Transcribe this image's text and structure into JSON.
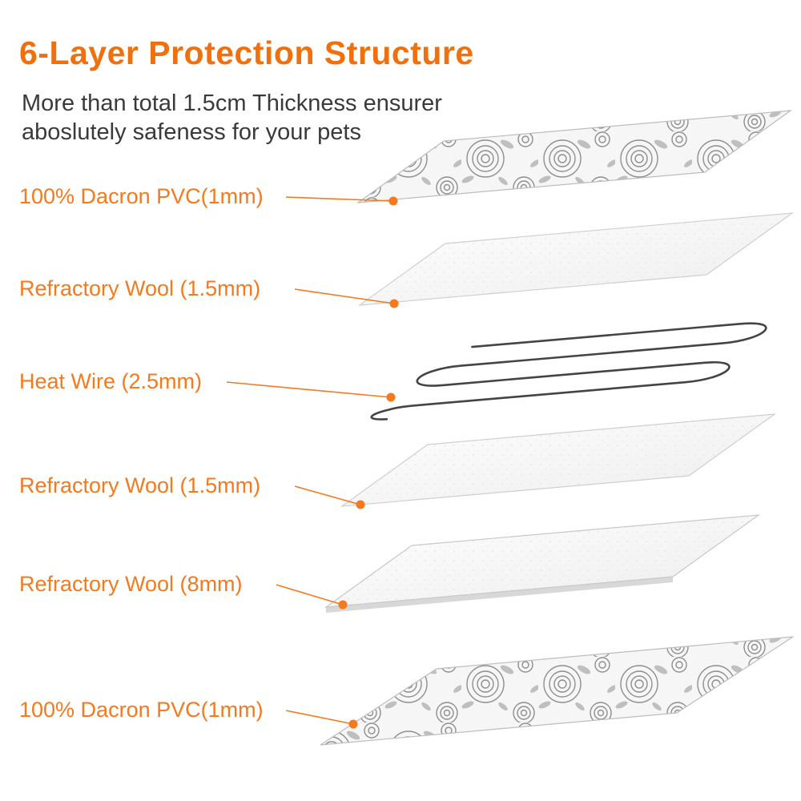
{
  "title": "6-Layer Protection Structure",
  "subtitle_line1": "More than total 1.5cm Thickness ensurer",
  "subtitle_line2": "aboslutely safeness for your pets",
  "colors": {
    "accent_orange": "#F5791D",
    "title_orange": "#F1700E",
    "body_text": "#3A3A3A",
    "wire_gray": "#444444",
    "sheet_edge": "#BDBDBD"
  },
  "layers": [
    {
      "label": "100% Dacron PVC(1mm)",
      "material": "floral-dacron-pvc"
    },
    {
      "label": "Refractory Wool (1.5mm)",
      "material": "white-wool"
    },
    {
      "label": "Heat Wire (2.5mm)",
      "material": "heat-wire"
    },
    {
      "label": "Refractory Wool (1.5mm)",
      "material": "white-wool"
    },
    {
      "label": "Refractory Wool (8mm)",
      "material": "white-wool-thick"
    },
    {
      "label": "100% Dacron PVC(1mm)",
      "material": "floral-dacron-pvc"
    }
  ]
}
